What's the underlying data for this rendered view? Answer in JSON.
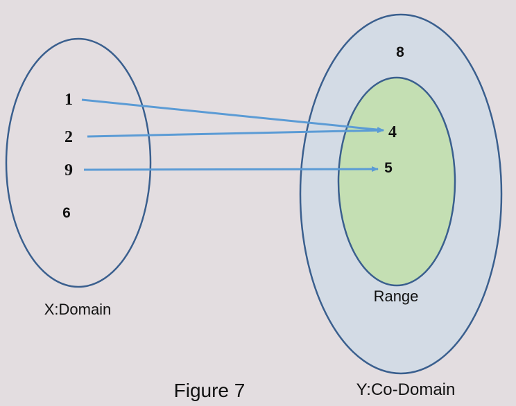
{
  "figure": {
    "caption": "Figure 7"
  },
  "domain": {
    "label": "X:Domain",
    "elements": [
      "1",
      "2",
      "9",
      "6"
    ],
    "fill": "#e3dde0",
    "stroke": "#3a5f8e"
  },
  "codomain": {
    "label": "Y:Co-Domain",
    "elements": [
      "8"
    ],
    "fill": "#d3dbe5",
    "stroke": "#3a5f8e"
  },
  "range": {
    "label": "Range",
    "elements": [
      "4",
      "5"
    ],
    "fill": "#c4dfb3",
    "stroke": "#3a5f8e"
  },
  "mappings": [
    {
      "from": "1",
      "to": "4"
    },
    {
      "from": "2",
      "to": "4"
    },
    {
      "from": "9",
      "to": "5"
    }
  ],
  "arrow_color": "#5b9bd5"
}
